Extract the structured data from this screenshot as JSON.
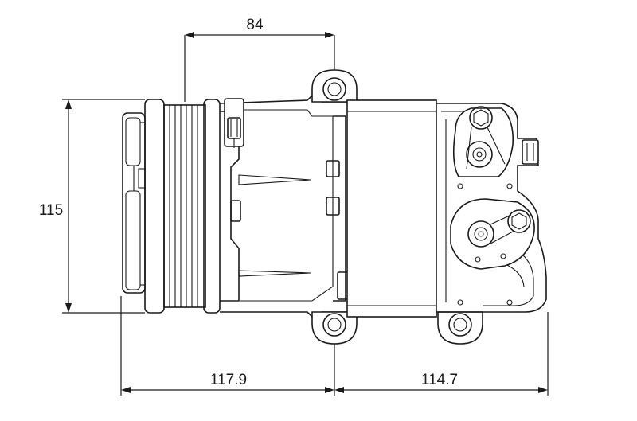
{
  "dimensions": {
    "top_width": "84",
    "height": "115",
    "bottom_left": "117.9",
    "bottom_right": "114.7"
  },
  "colors": {
    "line": "#1a1a1a",
    "background": "#ffffff"
  }
}
